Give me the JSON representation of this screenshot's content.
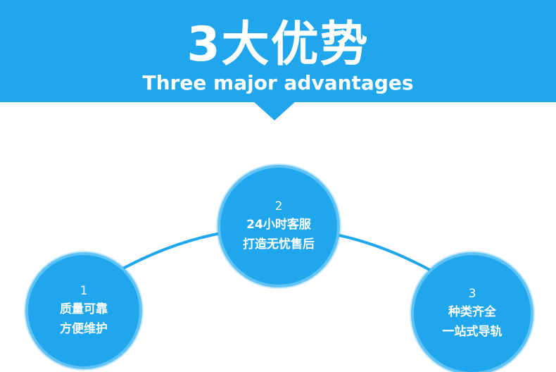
{
  "header": {
    "title": "3大优势",
    "subtitle": "Three major advantages"
  },
  "advantages": [
    {
      "number": "1",
      "line1": "质量可靠",
      "line2": "方便维护"
    },
    {
      "number": "2",
      "line1": "24小时客服",
      "line2": "打造无忧售后"
    },
    {
      "number": "3",
      "line1": "种类齐全",
      "line2": "一站式导轨"
    }
  ],
  "colors": {
    "primary": "#1fa6ec",
    "ring": "#5fc3f5",
    "text_on_primary": "#ffffff"
  }
}
